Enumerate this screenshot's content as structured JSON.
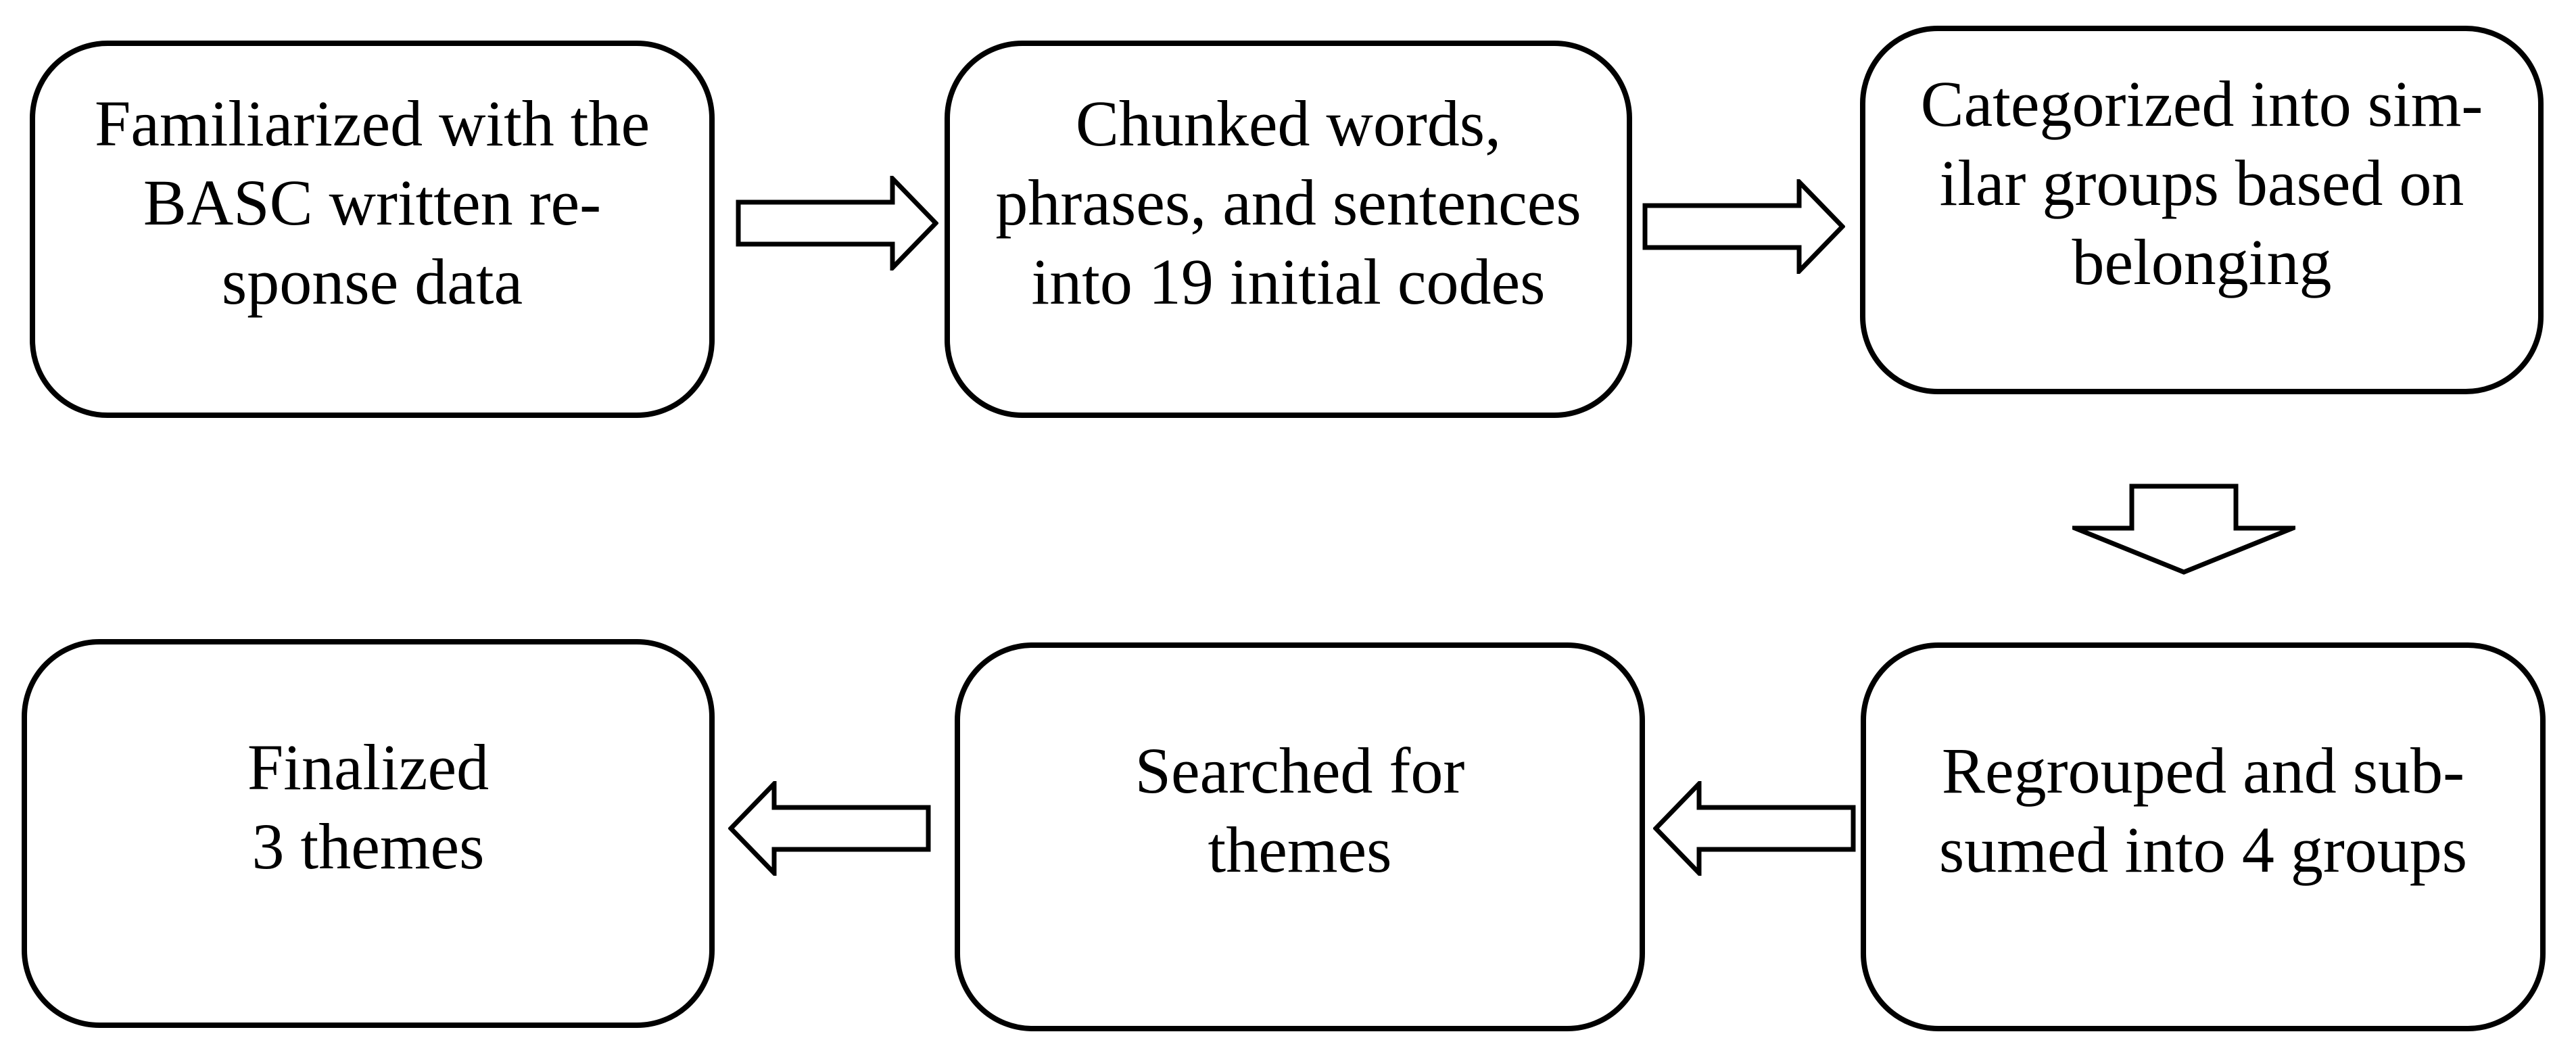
{
  "flowchart": {
    "colors": {
      "background": "#ffffff",
      "box_fill": "#ffffff",
      "box_border": "#000000",
      "text": "#000000",
      "arrow_fill": "#ffffff",
      "arrow_outline": "#000000"
    },
    "steps": [
      {
        "label": "Familiarized with the\nBASC written re-\nsponse data"
      },
      {
        "label": "Chunked words,\nphrases, and sentences\ninto 19 initial codes"
      },
      {
        "label": "Categorized into sim-\nilar groups based on\nbelonging"
      },
      {
        "label": "Regrouped and sub-\nsumed into 4 groups"
      },
      {
        "label": "Searched for\nthemes"
      },
      {
        "label": "Finalized\n3 themes"
      }
    ],
    "arrows": [
      {
        "direction": "right",
        "from_step": 1,
        "to_step": 2
      },
      {
        "direction": "right",
        "from_step": 2,
        "to_step": 3
      },
      {
        "direction": "down",
        "from_step": 3,
        "to_step": 4
      },
      {
        "direction": "left",
        "from_step": 4,
        "to_step": 5
      },
      {
        "direction": "left",
        "from_step": 5,
        "to_step": 6
      }
    ]
  }
}
